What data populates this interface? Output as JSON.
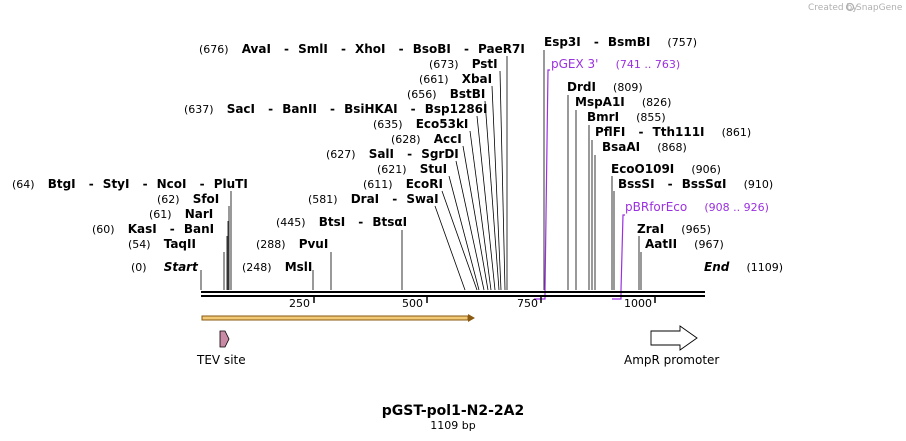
{
  "credit": {
    "prefix": "Created by",
    "brand": "SnapGene"
  },
  "map": {
    "title": "pGST-pol1-N2-2A2",
    "length_label": "1109 bp",
    "start_label": "Start",
    "start_pos": "(0)",
    "end_label": "End",
    "end_pos": "(1109)",
    "ticks": [
      "250",
      "500",
      "750",
      "1000"
    ]
  },
  "sites": [
    {
      "names": [
        "AvaI",
        "SmlI",
        "XhoI",
        "BsoBI",
        "PaeR7I"
      ],
      "pos": "(676)"
    },
    {
      "names": [
        "PstI"
      ],
      "pos": "(673)"
    },
    {
      "names": [
        "XbaI"
      ],
      "pos": "(661)"
    },
    {
      "names": [
        "BstBI"
      ],
      "pos": "(656)"
    },
    {
      "names": [
        "SacI",
        "BanII",
        "BsiHKAI",
        "Bsp1286I"
      ],
      "pos": "(637)"
    },
    {
      "names": [
        "Eco53kI"
      ],
      "pos": "(635)"
    },
    {
      "names": [
        "AccI"
      ],
      "pos": "(628)"
    },
    {
      "names": [
        "SalI",
        "SgrDI"
      ],
      "pos": "(627)"
    },
    {
      "names": [
        "StuI"
      ],
      "pos": "(621)"
    },
    {
      "names": [
        "EcoRI"
      ],
      "pos": "(611)"
    },
    {
      "names": [
        "DraI",
        "SwaI"
      ],
      "pos": "(581)"
    },
    {
      "names": [
        "BtsI",
        "BtsαI"
      ],
      "pos": "(445)"
    },
    {
      "names": [
        "PvuI"
      ],
      "pos": "(288)"
    },
    {
      "names": [
        "MslI"
      ],
      "pos": "(248)"
    },
    {
      "names": [
        "BtgI",
        "StyI",
        "NcoI",
        "PluTI"
      ],
      "pos": "(64)"
    },
    {
      "names": [
        "SfoI"
      ],
      "pos": "(62)"
    },
    {
      "names": [
        "NarI"
      ],
      "pos": "(61)"
    },
    {
      "names": [
        "KasI",
        "BanI"
      ],
      "pos": "(60)"
    },
    {
      "names": [
        "TaqII"
      ],
      "pos": "(54)"
    },
    {
      "names": [
        "Esp3I",
        "BsmBI"
      ],
      "pos": "(757)"
    },
    {
      "names": [
        "DrdI"
      ],
      "pos": "(809)"
    },
    {
      "names": [
        "MspA1I"
      ],
      "pos": "(826)"
    },
    {
      "names": [
        "BmrI"
      ],
      "pos": "(855)"
    },
    {
      "names": [
        "PflFI",
        "Tth111I"
      ],
      "pos": "(861)"
    },
    {
      "names": [
        "BsaAI"
      ],
      "pos": "(868)"
    },
    {
      "names": [
        "EcoO109I"
      ],
      "pos": "(906)"
    },
    {
      "names": [
        "BssSI",
        "BssSαI"
      ],
      "pos": "(910)"
    },
    {
      "names": [
        "ZraI"
      ],
      "pos": "(965)"
    },
    {
      "names": [
        "AatII"
      ],
      "pos": "(967)"
    }
  ],
  "primers": [
    {
      "name": "pGEX 3'",
      "range": "(741 .. 763)"
    },
    {
      "name": "pBRforEco",
      "range": "(908 .. 926)"
    }
  ],
  "features": [
    {
      "name": "TEV site"
    },
    {
      "name": "AmpR promoter"
    }
  ],
  "colors": {
    "backbone": "#000000",
    "primer": "#9b30e0",
    "orf_fill": "#f2c977",
    "orf_stroke": "#8a5a12",
    "tev_fill": "#c98aa6",
    "promoter_fill": "#ffffff"
  }
}
